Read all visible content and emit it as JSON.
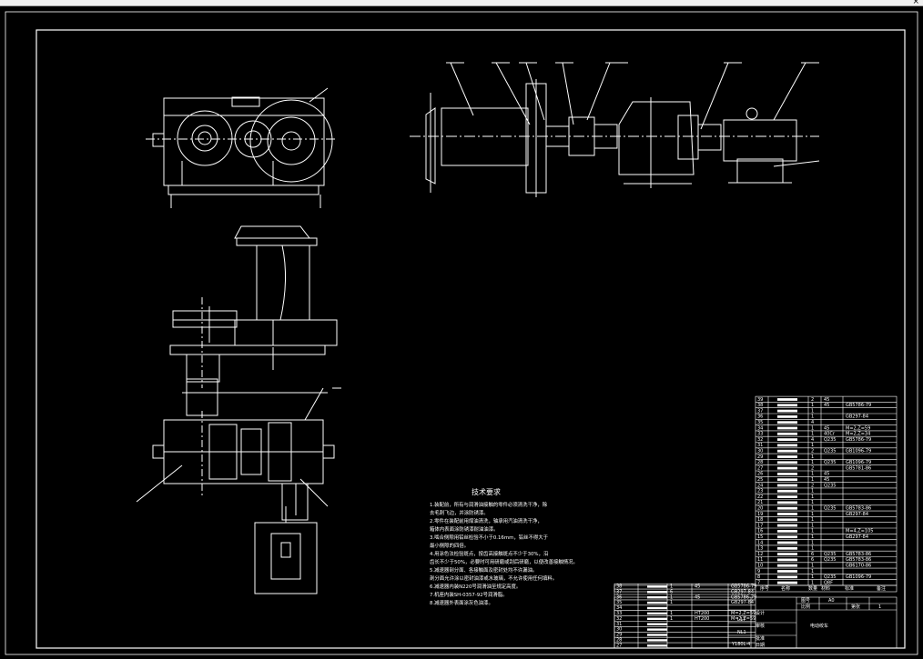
{
  "window": {
    "close_glyph": "×"
  },
  "tech": {
    "title": "技术要求",
    "lines": [
      "1.装配前，所有与润滑油接触的零件必须清洗干净，除",
      "去毛刺飞边，并涂防锈漆。",
      "2.零件在装配前用煤油清洗，轴承用汽油清洗干净，",
      "箱体内表面涂防锈漆耐油油漆。",
      "3.啮合侧隙用铅丝检验不小于0.16mm，铅丝不得大于",
      "最小侧隙的四倍。",
      "4.用涂色法检验斑点，按齿高接触斑点不少于30%，沿",
      "齿长不少于50%，必要时可用研磨或刮后研磨，以便改善接触情况。",
      "5.减速器剖分面、各接触面及密封处均不许漏油。",
      "剖分面允许涂以密封油漆或水玻璃，不允许使用任何填料。",
      "6.减速器内装N220号润滑油至规定高度。",
      "7.机座内装SH-0357-92号润滑脂。",
      "8.减速器外表面涂灰色油漆。"
    ]
  },
  "right_table": {
    "rows": [
      {
        "no": "39",
        "qty": "2",
        "mat": "45",
        "std": ""
      },
      {
        "no": "38",
        "qty": "1",
        "mat": "45",
        "std": "GB5786-79"
      },
      {
        "no": "37",
        "qty": "1",
        "mat": "",
        "std": ""
      },
      {
        "no": "36",
        "qty": "1",
        "mat": "",
        "std": "GB297-84"
      },
      {
        "no": "35",
        "qty": "4",
        "mat": "",
        "std": ""
      },
      {
        "no": "34",
        "qty": "1",
        "mat": "45",
        "std": "M=2,Z=59"
      },
      {
        "no": "33",
        "qty": "1",
        "mat": "40Cr",
        "std": "M=2,Z=34"
      },
      {
        "no": "32",
        "qty": "4",
        "mat": "Q235",
        "std": "GB5786-79"
      },
      {
        "no": "31",
        "qty": "1",
        "mat": "",
        "std": ""
      },
      {
        "no": "30",
        "qty": "2",
        "mat": "Q235",
        "std": "GB1096-79"
      },
      {
        "no": "29",
        "qty": "1",
        "mat": "",
        "std": ""
      },
      {
        "no": "28",
        "qty": "1",
        "mat": "Q235",
        "std": "GB1096-79"
      },
      {
        "no": "27",
        "qty": "2",
        "mat": "",
        "std": "GB5781-86"
      },
      {
        "no": "26",
        "qty": "1",
        "mat": "45",
        "std": ""
      },
      {
        "no": "25",
        "qty": "1",
        "mat": "45",
        "std": ""
      },
      {
        "no": "24",
        "qty": "2",
        "mat": "Q235",
        "std": ""
      },
      {
        "no": "23",
        "qty": "1",
        "mat": "",
        "std": ""
      },
      {
        "no": "22",
        "qty": "1",
        "mat": "",
        "std": ""
      },
      {
        "no": "21",
        "qty": "1",
        "mat": "",
        "std": ""
      },
      {
        "no": "20",
        "qty": "1",
        "mat": "Q235",
        "std": "GB5783-86"
      },
      {
        "no": "19",
        "qty": "1",
        "mat": "",
        "std": "GB297-84"
      },
      {
        "no": "18",
        "qty": "1",
        "mat": "",
        "std": ""
      },
      {
        "no": "17",
        "qty": "1",
        "mat": "",
        "std": ""
      },
      {
        "no": "16",
        "qty": "1",
        "mat": "",
        "std": "M=4,Z=105"
      },
      {
        "no": "15",
        "qty": "1",
        "mat": "",
        "std": "GB297-84"
      },
      {
        "no": "14",
        "qty": "1",
        "mat": "",
        "std": ""
      },
      {
        "no": "13",
        "qty": "1",
        "mat": "",
        "std": ""
      },
      {
        "no": "12",
        "qty": "6",
        "mat": "Q235",
        "std": "GB5783-86"
      },
      {
        "no": "11",
        "qty": "6",
        "mat": "Q235",
        "std": "GB5783-86"
      },
      {
        "no": "10",
        "qty": "1",
        "mat": "",
        "std": "GB6170-86"
      },
      {
        "no": "9",
        "qty": "1",
        "mat": "",
        "std": ""
      },
      {
        "no": "8",
        "qty": "1",
        "mat": "Q235",
        "std": "GB1096-79"
      },
      {
        "no": "7",
        "qty": "1",
        "mat": "Q8F",
        "std": ""
      }
    ],
    "header": {
      "c1": "序号",
      "c2": "名称",
      "c3": "数量",
      "c4": "材料",
      "c5": "标准",
      "c6": "备注"
    }
  },
  "left_table": {
    "rows": [
      {
        "no": "38",
        "qty": "1",
        "mat": "45",
        "std": "GB5786-79"
      },
      {
        "no": "37",
        "qty": "6",
        "mat": "",
        "std": "GB297-84"
      },
      {
        "no": "36",
        "qty": "1",
        "mat": "45",
        "std": "GB5786-79"
      },
      {
        "no": "35",
        "qty": "1",
        "mat": "",
        "std": "GB297-84"
      },
      {
        "no": "34",
        "qty": "",
        "mat": "",
        "std": ""
      },
      {
        "no": "33",
        "qty": "1",
        "mat": "HT200",
        "std": "M=2,Z=59"
      },
      {
        "no": "32",
        "qty": "1",
        "mat": "HT200",
        "std": "M=2,Z=59"
      },
      {
        "no": "31",
        "qty": "",
        "mat": "",
        "std": ""
      },
      {
        "no": "30",
        "qty": "",
        "mat": "",
        "std": ""
      },
      {
        "no": "29",
        "qty": "",
        "mat": "",
        "std": ""
      },
      {
        "no": "28",
        "qty": "",
        "mat": "",
        "std": ""
      },
      {
        "no": "27",
        "qty": "",
        "mat": "",
        "std": ""
      }
    ]
  },
  "title_block": {
    "scale_label": "图号",
    "scale_value": "A0",
    "ratio_label": "比例",
    "sheet_label": "第张",
    "sheet_value": "1",
    "design": "设计",
    "check": "审核",
    "approve": "批准",
    "date": "日期",
    "code1": "L17",
    "code2": "NL1",
    "code3": "Y180L-4",
    "drawing_name": "电动绞车"
  }
}
